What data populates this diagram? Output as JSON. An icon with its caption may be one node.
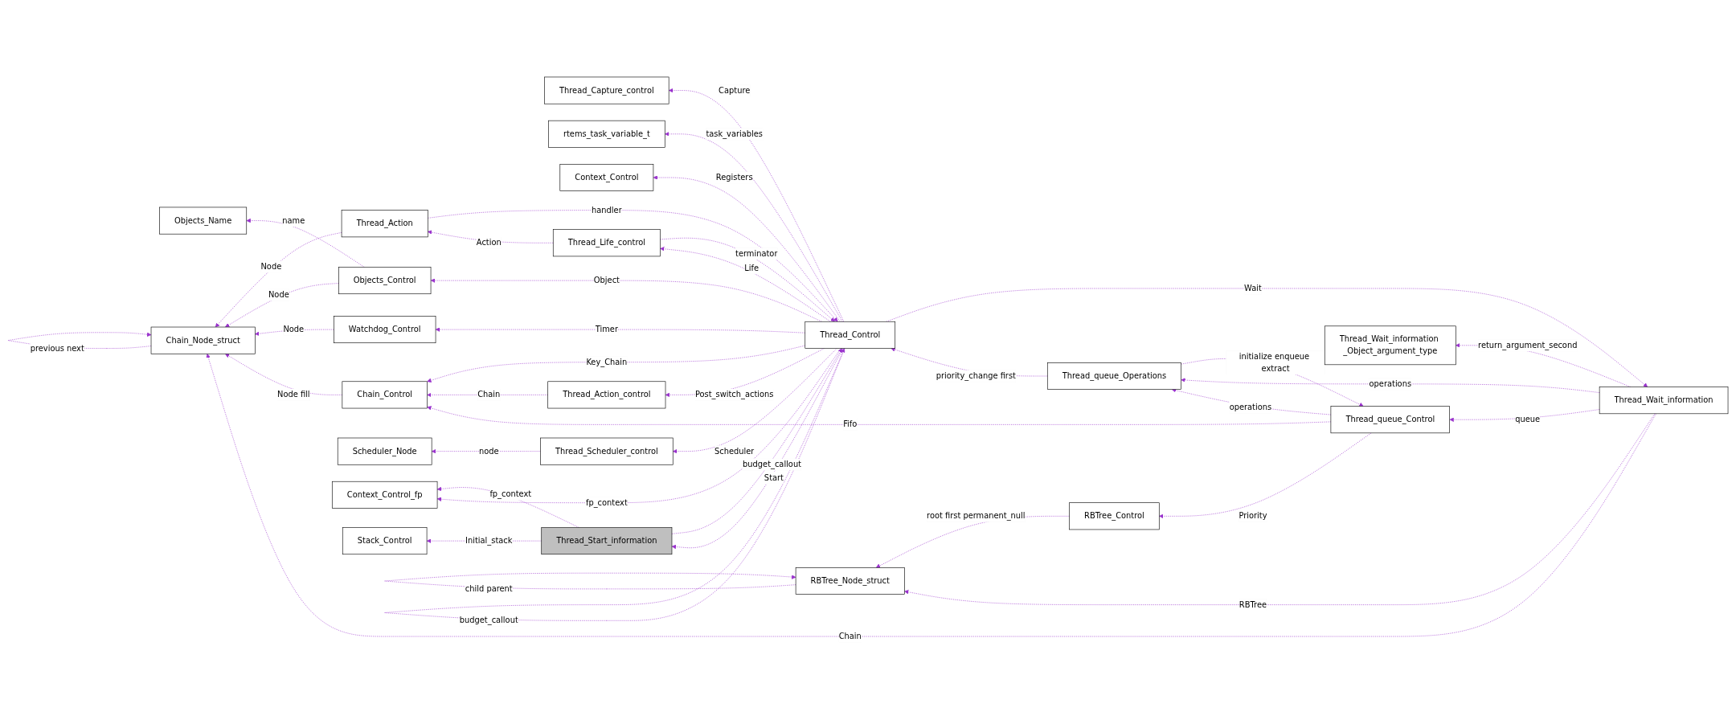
{
  "diagram": {
    "nodes": [
      {
        "text": [
          "RBTree_Node_struct"
        ]
      },
      {
        "text": [
          "RBTree_Control"
        ]
      },
      {
        "text": [
          "Thread_Wait_information"
        ]
      },
      {
        "text": [
          "Thread_queue_Control"
        ]
      },
      {
        "text": [
          "Thread_Capture_control"
        ]
      },
      {
        "text": [
          "rtems_task_variable_t"
        ]
      },
      {
        "text": [
          "Context_Control"
        ]
      },
      {
        "text": [
          "Thread_queue_Operations"
        ]
      },
      {
        "text": [
          "Thread_Action_control"
        ]
      },
      {
        "text": [
          "Chain_Control"
        ]
      },
      {
        "text": [
          "Thread_Control"
        ]
      },
      {
        "text": [
          "Thread_Life_control"
        ]
      },
      {
        "text": [
          "Chain_Node_struct"
        ]
      },
      {
        "text": [
          "Watchdog_Control"
        ]
      },
      {
        "text": [
          "Thread_Action"
        ]
      },
      {
        "text": [
          "Thread_Wait_information _Object_argument_type"
        ]
      },
      {
        "text": [
          "Objects_Control"
        ]
      },
      {
        "text": [
          "Scheduler_Node"
        ]
      },
      {
        "text": [
          "Thread_Scheduler_control"
        ]
      },
      {
        "text": [
          "Context_Control_fp"
        ]
      },
      {
        "text": [
          "Thread_Start_information"
        ]
      },
      {
        "text": [
          "Stack_Control"
        ]
      },
      {
        "text": [
          "Objects_Name"
        ]
      }
    ],
    "edges": [
      {
        "from": 12,
        "to": 12,
        "arrow": "to",
        "label": "previous next",
        "style": "dashed"
      },
      {
        "from": 0,
        "to": 0,
        "arrow": "to",
        "label": "child parent",
        "style": "dashed"
      },
      {
        "from": 2,
        "to": 0,
        "arrow": "to",
        "label": "RBTree",
        "style": "dashed"
      },
      {
        "from": 1,
        "to": 0,
        "arrow": "to",
        "label": "root first permanent_null",
        "style": "dashed"
      },
      {
        "from": 3,
        "to": 1,
        "arrow": "to",
        "label": "Priority",
        "style": "dashed"
      },
      {
        "from": 2,
        "to": 12,
        "arrow": "to",
        "label": "Chain",
        "style": "dashed"
      },
      {
        "from": 10,
        "to": 2,
        "arrow": "to",
        "label": "Wait",
        "style": "dashed"
      },
      {
        "from": 2,
        "to": 3,
        "arrow": "to",
        "label": "queue",
        "style": "dashed"
      },
      {
        "from": 3,
        "to": 9,
        "arrow": "to",
        "label": "Fifo",
        "style": "dashed"
      },
      {
        "from": 7,
        "to": 3,
        "arrow": "to",
        "label": "initialize enqueue extract",
        "style": "dashed"
      },
      {
        "from": 3,
        "to": 7,
        "arrow": "to",
        "label": "operations",
        "style": "dashed"
      },
      {
        "from": 2,
        "to": 7,
        "arrow": "to",
        "label": "operations",
        "style": "dashed"
      },
      {
        "from": 2,
        "to": 15,
        "arrow": "to",
        "label": "return_argument_second",
        "style": "dashed"
      },
      {
        "from": 10,
        "to": 4,
        "arrow": "to",
        "label": "Capture",
        "style": "dashed"
      },
      {
        "from": 10,
        "to": 5,
        "arrow": "to",
        "label": "task_variables",
        "style": "dashed"
      },
      {
        "from": 10,
        "to": 6,
        "arrow": "to",
        "label": "Registers",
        "style": "dashed"
      },
      {
        "from": 10,
        "to": 8,
        "arrow": "to",
        "label": "Post_switch_actions",
        "style": "dashed"
      },
      {
        "from": 8,
        "to": 9,
        "arrow": "to",
        "label": "Chain",
        "style": "dashed"
      },
      {
        "from": 10,
        "to": 10,
        "arrow": "to",
        "label": "budget_callout",
        "style": "dashed"
      },
      {
        "from": 7,
        "to": 10,
        "arrow": "to",
        "label": "priority_change first",
        "style": "dashed"
      },
      {
        "from": 11,
        "to": 10,
        "arrow": "to",
        "label": "terminator",
        "style": "dashed"
      },
      {
        "from": 10,
        "to": 11,
        "arrow": "to",
        "label": "Life",
        "style": "dashed"
      },
      {
        "from": 11,
        "to": 14,
        "arrow": "to",
        "label": "Action",
        "style": "dashed"
      },
      {
        "from": 14,
        "to": 10,
        "arrow": "to",
        "label": "handler",
        "style": "dashed"
      },
      {
        "from": 10,
        "to": 9,
        "arrow": "to",
        "label": "Key_Chain",
        "style": "dashed"
      },
      {
        "from": 9,
        "to": 12,
        "arrow": "to",
        "label": "Node fill",
        "style": "dashed"
      },
      {
        "from": 13,
        "to": 12,
        "arrow": "to",
        "label": "Node",
        "style": "dashed"
      },
      {
        "from": 10,
        "to": 13,
        "arrow": "to",
        "label": "Timer",
        "style": "dashed"
      },
      {
        "from": 16,
        "to": 12,
        "arrow": "to",
        "label": "Node",
        "style": "dashed"
      },
      {
        "from": 10,
        "to": 16,
        "arrow": "to",
        "label": "Object",
        "style": "dashed"
      },
      {
        "from": 16,
        "to": 22,
        "arrow": "to",
        "label": "name",
        "style": "dashed"
      },
      {
        "from": 18,
        "to": 17,
        "arrow": "to",
        "label": "node",
        "style": "dashed"
      },
      {
        "from": 10,
        "to": 18,
        "arrow": "to",
        "label": "Scheduler",
        "style": "dashed"
      },
      {
        "from": 10,
        "to": 19,
        "arrow": "to",
        "label": "fp_context",
        "style": "dashed"
      },
      {
        "from": 20,
        "to": 19,
        "arrow": "to",
        "label": "fp_context",
        "style": "dashed"
      },
      {
        "from": 20,
        "to": 21,
        "arrow": "to",
        "label": "Initial_stack",
        "style": "dashed"
      },
      {
        "from": 20,
        "to": 10,
        "arrow": "to",
        "label": "budget_callout",
        "style": "dashed"
      },
      {
        "from": 10,
        "to": 20,
        "arrow": "to",
        "label": "Start",
        "style": "dashed"
      },
      {
        "from": 14,
        "to": 12,
        "arrow": "to",
        "label": "Node",
        "style": "dashed"
      }
    ]
  }
}
